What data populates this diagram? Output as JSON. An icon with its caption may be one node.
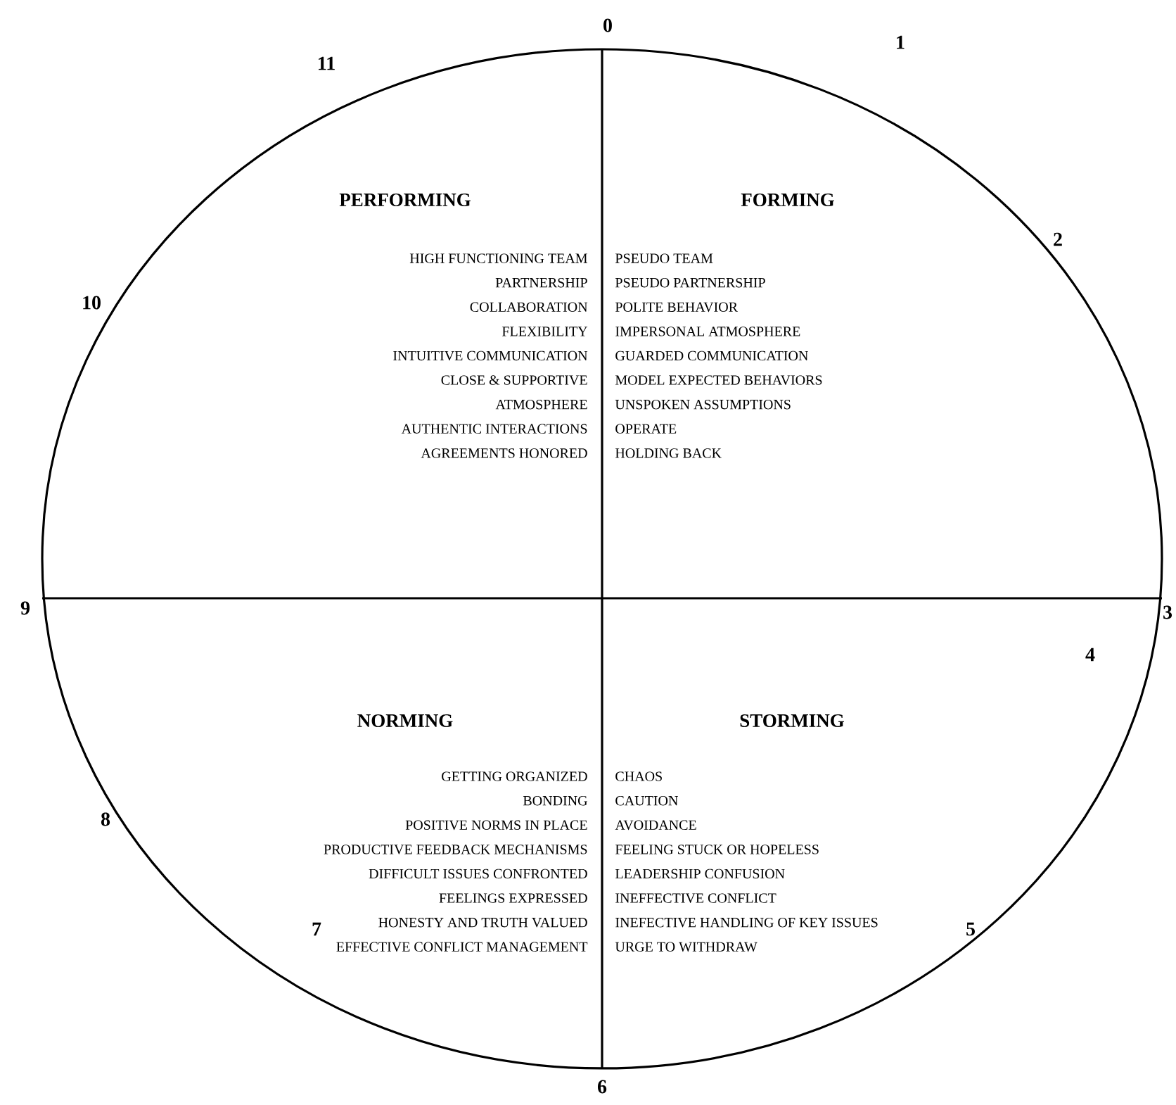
{
  "diagram": {
    "nodes": [
      {
        "text": [
          "PERFORMING",
          "HIGH FUNCTIONING TEAM",
          "PARTNERSHIP",
          "COLLABORATION",
          "FLEXIBILITY",
          "INTUITIVE COMMUNICATION",
          "CLOSE & SUPPORTIVE",
          "ATMOSPHERE",
          "AUTHENTIC INTERACTIONS",
          "AGREEMENTS HONORED"
        ]
      },
      {
        "text": [
          "FORMING",
          "PSEUDO TEAM",
          "PSEUDO PARTNERSHIP",
          "POLITE BEHAVIOR",
          "IMPERSONAL ATMOSPHERE",
          "GUARDED COMMUNICATION",
          "MODEL EXPECTED BEHAVIORS",
          "UNSPOKEN ASSUMPTIONS",
          "OPERATE",
          "HOLDING BACK"
        ]
      },
      {
        "text": [
          "NORMING",
          "GETTING ORGANIZED",
          "BONDING",
          "POSITIVE NORMS IN PLACE",
          "PRODUCTIVE FEEDBACK MECHANISMS",
          "DIFFICULT ISSUES CONFRONTED",
          "FEELINGS EXPRESSED",
          "HONESTY AND TRUTH VALUED",
          "EFFECTIVE CONFLICT MANAGEMENT"
        ]
      },
      {
        "text": [
          "STORMING",
          "CHAOS",
          "CAUTION",
          "AVOIDANCE",
          "FEELING STUCK OR HOPELESS",
          "LEADERSHIP CONFUSION",
          "INEFFECTIVE CONFLICT",
          "INEFECTIVE HANDLING OF KEY ISSUES",
          "URGE TO WITHDRAW"
        ]
      }
    ],
    "labels": [
      "0",
      "1",
      "2",
      "3",
      "4",
      "5",
      "6",
      "7",
      "8",
      "9",
      "10",
      "11"
    ]
  }
}
